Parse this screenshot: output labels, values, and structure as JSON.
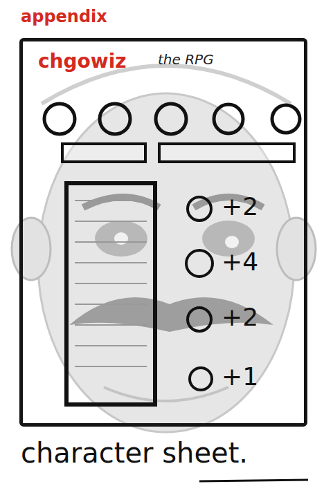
{
  "diagram": {
    "title": "appendix",
    "caption": "character sheet.",
    "nodes": [
      {
        "text": [
          "chgowiz",
          "the RPG"
        ]
      }
    ],
    "labels": [
      "+2",
      "+4",
      "+2",
      "+1"
    ]
  }
}
